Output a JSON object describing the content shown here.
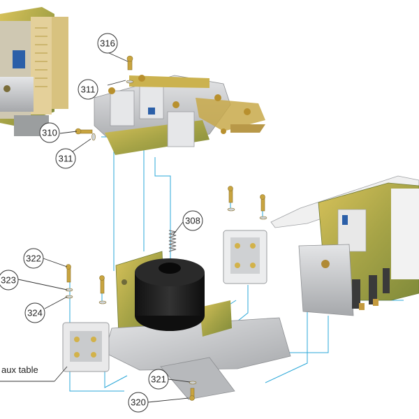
{
  "callouts": [
    {
      "id": "c316",
      "label": "316"
    },
    {
      "id": "c311a",
      "label": "311"
    },
    {
      "id": "c310",
      "label": "310"
    },
    {
      "id": "c311b",
      "label": "311"
    },
    {
      "id": "c308",
      "label": "308"
    },
    {
      "id": "c322",
      "label": "322"
    },
    {
      "id": "c323",
      "label": "323"
    },
    {
      "id": "c324",
      "label": "324"
    },
    {
      "id": "c321",
      "label": "321"
    },
    {
      "id": "c320",
      "label": "320"
    }
  ],
  "side_label": "aux table",
  "colors": {
    "leader_blue": "#2aa7d8",
    "metal_yellow": "#c9b24a",
    "metal_green": "#9aa84a",
    "plastic_grey": "#cfd1d3",
    "coil_black": "#1c1c1c",
    "aluminium": "#c7c9cc"
  }
}
